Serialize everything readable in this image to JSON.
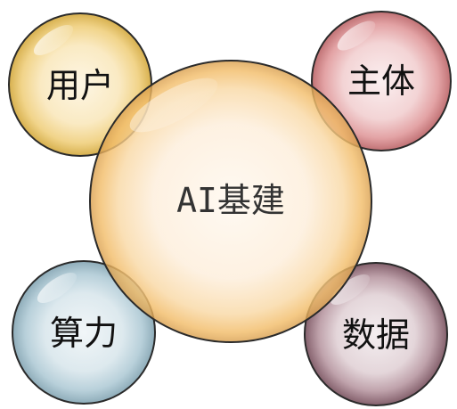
{
  "diagram": {
    "center": {
      "label": "AI基建",
      "color": "#f5c97a"
    },
    "nodes": [
      {
        "id": "user",
        "label": "用户",
        "color": "#e8c76a"
      },
      {
        "id": "subject",
        "label": "主体",
        "color": "#d98a8c"
      },
      {
        "id": "compute",
        "label": "算力",
        "color": "#9fc0cf"
      },
      {
        "id": "data",
        "label": "数据",
        "color": "#9a6f7d"
      }
    ]
  }
}
